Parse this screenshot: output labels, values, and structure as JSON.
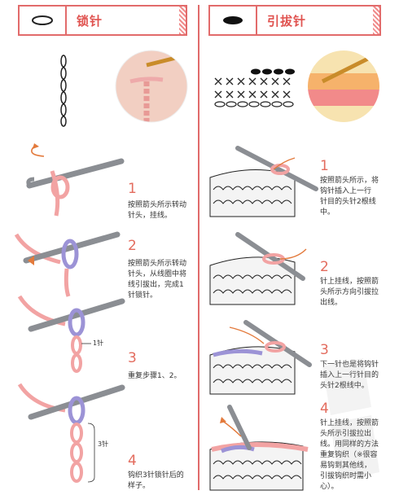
{
  "left": {
    "title": "锁针",
    "symbol_icon": "oval-outline-icon",
    "steps": [
      {
        "num": "1",
        "text": "按照箭头所示转动\n针头，挂线。"
      },
      {
        "num": "2",
        "text": "按照箭头所示转动\n针头，从线圈中将\n线引拔出，完成1\n针锁针。"
      },
      {
        "num": "3",
        "text": "重复步骤1、2。"
      },
      {
        "num": "4",
        "text": "钩织3针锁针后的\n样子。"
      }
    ],
    "label_1": "1针",
    "label_3": "3针"
  },
  "right": {
    "title": "引拔针",
    "symbol_icon": "filled-oval-icon",
    "steps": [
      {
        "num": "1",
        "text": "按照箭头所示，将\n钩针插入上一行\n针目的头针2根线\n中。"
      },
      {
        "num": "2",
        "text": "针上挂线，按照箭\n头所示方向引拔拉\n出线。"
      },
      {
        "num": "3",
        "text": "下一针也是将钩针\n插入上一行针目的\n头针2根线中。"
      },
      {
        "num": "4",
        "text": "针上挂线，按照箭\n头所示引拔拉出\n线。用同样的方法\n重复钩织（※很容\n易钩到其他线，\n引拔钩织时需小\n心）。"
      }
    ]
  },
  "colors": {
    "accent": "#e26b6b",
    "yarn_pink": "#f2a3a3",
    "yarn_purple": "#9c93d6",
    "hook": "#8b8e93"
  }
}
